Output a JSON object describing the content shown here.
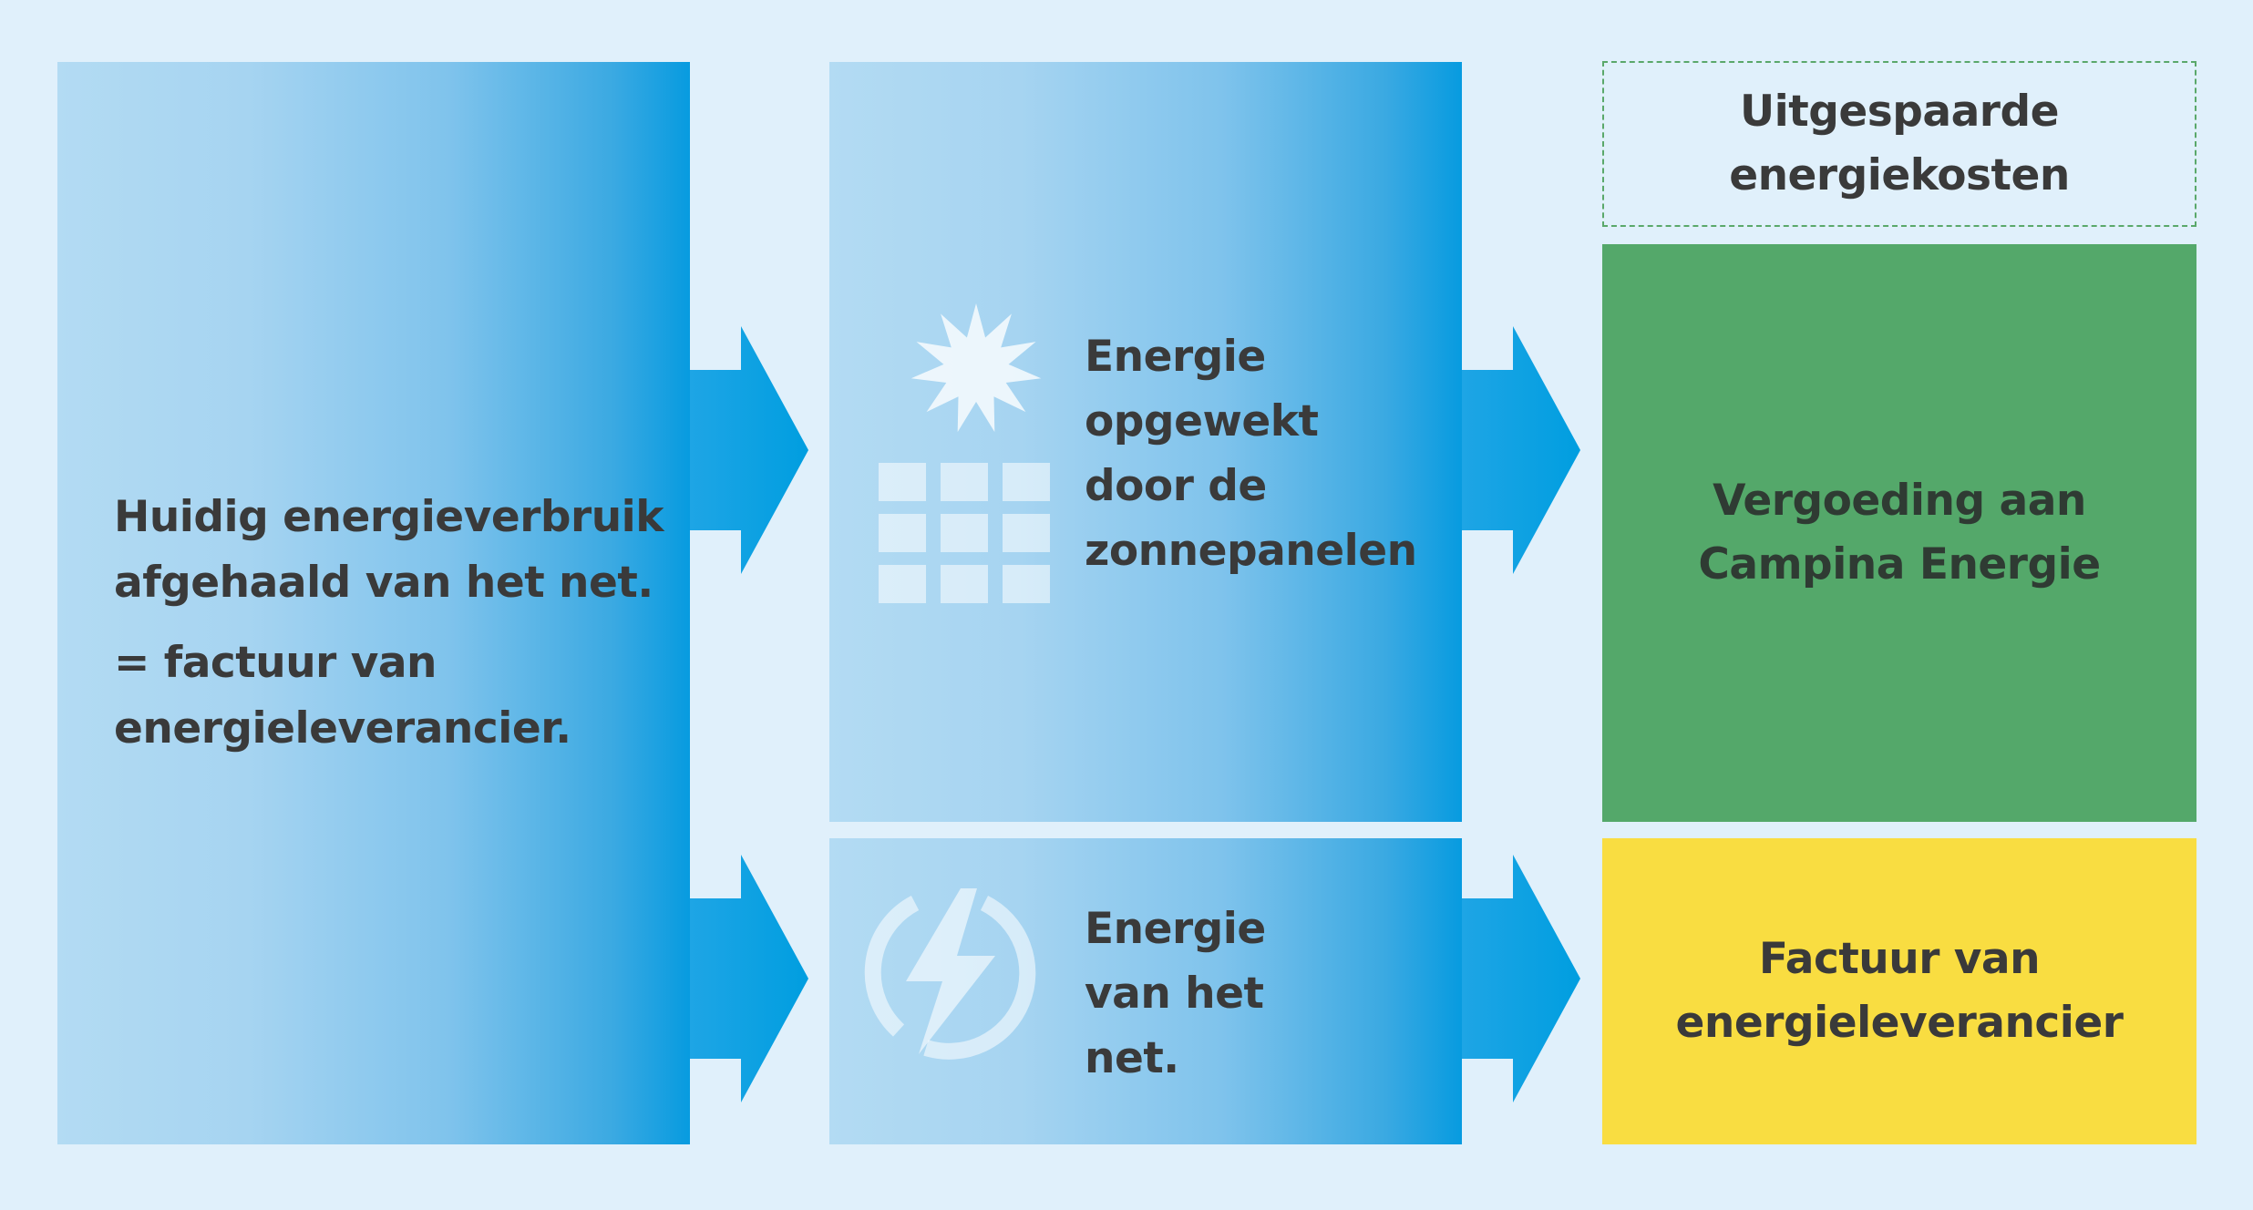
{
  "left_block": {
    "line1": "Huidig energieverbruik",
    "line2": "afgehaald van het net.",
    "line3": "= factuur van",
    "line4": "energieleverancier."
  },
  "solar_block": {
    "line1": "Energie",
    "line2": "opgewekt",
    "line3": "door de",
    "line4": "zonnepanelen"
  },
  "grid_block": {
    "line1": "Energie",
    "line2": "van het",
    "line3": "net."
  },
  "saved_block": {
    "line1": "Uitgespaarde",
    "line2": "energiekosten"
  },
  "green_block": {
    "line1": "Vergoeding aan",
    "line2": "Campina Energie"
  },
  "yellow_block": {
    "line1": "Factuur van",
    "line2": "energieleverancier"
  },
  "icons": [
    "sun-icon",
    "solar-panel-icon",
    "power-grid-icon"
  ],
  "colors": {
    "background": "#e0f0fb",
    "arrow_blue": "#079be0",
    "green": "#54a86a",
    "yellow": "#f9dd41",
    "text": "#3a3a3a"
  }
}
